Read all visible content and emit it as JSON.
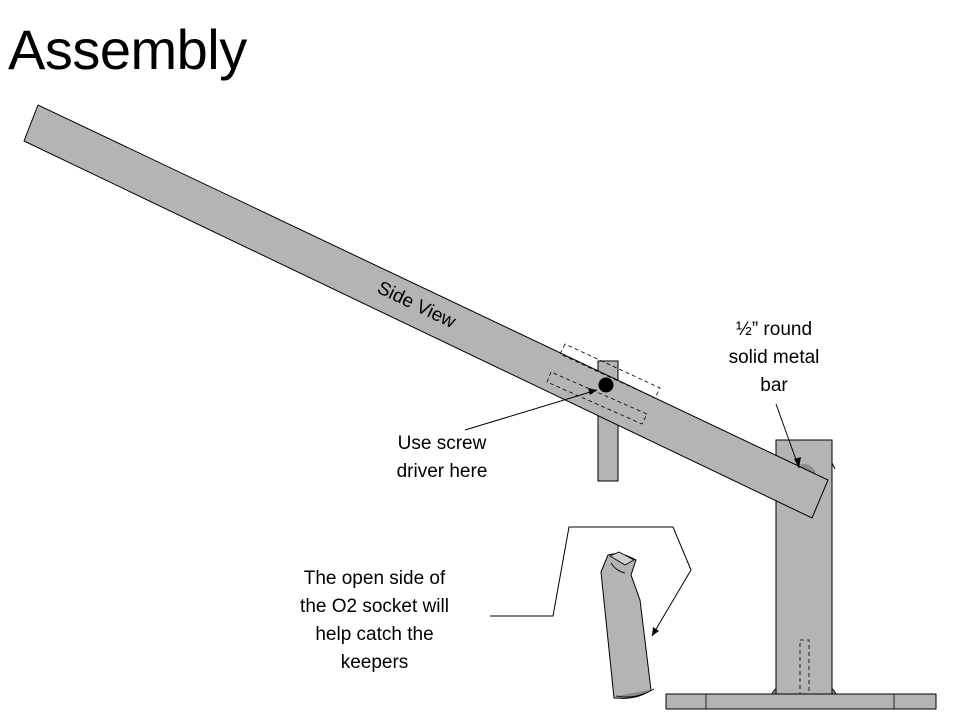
{
  "slide": {
    "title": "Assembly"
  },
  "labels": {
    "side_view": "Side View",
    "metal_bar": [
      "½” round",
      "solid metal",
      "bar"
    ],
    "screwdriver": [
      "Use screw",
      "driver here"
    ],
    "socket": [
      "The open side of",
      "the O2 socket will",
      "help catch the",
      "keepers"
    ]
  },
  "colors": {
    "part_fill": "#b4b4b4",
    "outline": "#000000",
    "bar_circle": "#8c8c8c",
    "pivot_dot": "#000000"
  }
}
